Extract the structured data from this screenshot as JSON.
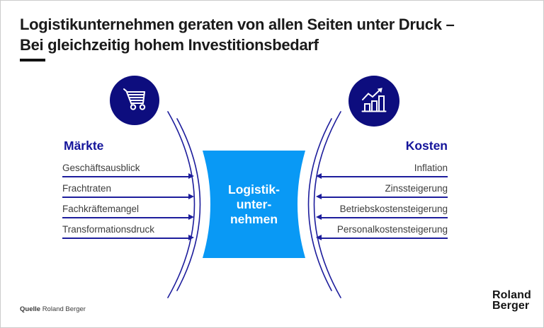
{
  "title": {
    "line1": "Logistikunternehmen geraten von allen Seiten unter Druck –",
    "line2": "Bei gleichzeitig hohem Investitionsbedarf"
  },
  "center": {
    "label": "Logistik-\nunter-\nnehmen"
  },
  "left_section": {
    "heading": "Märkte",
    "icon": "shopping-cart-icon",
    "items": [
      "Geschäftsausblick",
      "Frachtraten",
      "Fachkräftemangel",
      "Transformationsdruck"
    ]
  },
  "right_section": {
    "heading": "Kosten",
    "icon": "growth-chart-icon",
    "items": [
      "Inflation",
      "Zinssteigerung",
      "Betriebskostensteigerung",
      "Personalkostensteigerung"
    ]
  },
  "footer": {
    "source_label": "Quelle",
    "source_value": "Roland Berger"
  },
  "logo": {
    "text": "Roland\nBerger"
  },
  "colors": {
    "navy_circle": "#0d0d7e",
    "line_navy": "#1d1d9c",
    "heading_blue": "#15159b",
    "accent_blue": "#0999f5",
    "title_black": "#1a1a1a",
    "label_gray": "#3d3d3d"
  }
}
